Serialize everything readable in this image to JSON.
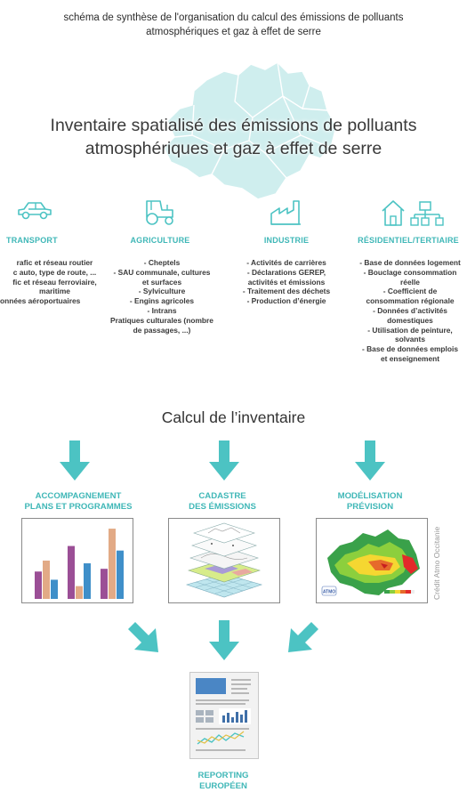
{
  "caption": {
    "line1": "schéma de synthèse de l'organisation du calcul des émissions de polluants",
    "line2": "atmosphériques et gaz à effet de serre"
  },
  "inventory_title": {
    "line1": "Inventaire spatialisé des émissions de polluants",
    "line2": "atmosphériques et gaz à effet de serre"
  },
  "categories": [
    {
      "id": "transport",
      "icon": "car-icon",
      "title": "TRANSPORT",
      "lines": [
        "rafic et réseau routier",
        "c auto, type de route, ...",
        "fic et réseau ferroviaire,",
        "maritime",
        "onnées aéroportuaires"
      ]
    },
    {
      "id": "agriculture",
      "icon": "tractor-icon",
      "title": "AGRICULTURE",
      "lines": [
        "- Cheptels",
        "- SAU communale, cultures",
        "et surfaces",
        "- Sylviculture",
        "- Engins agricoles",
        "- Intrans",
        "Pratiques culturales (nombre",
        "de passages, ...)"
      ]
    },
    {
      "id": "industrie",
      "icon": "factory-icon",
      "title": "INDUSTRIE",
      "lines": [
        "- Activités de carrières",
        "- Déclarations GEREP,",
        "activités et émissions",
        "- Traitement des déchets",
        "- Production d’énergie"
      ]
    },
    {
      "id": "residentiel",
      "icon": "house-office-icon",
      "title": "RÉSIDENTIEL/TERTIAIRE",
      "lines": [
        "- Base de données logement",
        "- Bouclage consommation",
        "réelle",
        "- Coefficient de",
        "consommation régionale",
        "- Données d’activités",
        "domestiques",
        "- Utilisation de peinture,",
        "solvants",
        "- Base de données emplois",
        "et enseignement"
      ]
    }
  ],
  "calc_title": "Calcul de l’inventaire",
  "outputs": [
    {
      "id": "accompagnement",
      "line1": "ACCOMPAGNEMENT",
      "line2": "PLANS ET PROGRAMMES",
      "icon": "bar-chart-icon"
    },
    {
      "id": "cadastre",
      "line1": "CADASTRE",
      "line2": "DES ÉMISSIONS",
      "icon": "layers-icon"
    },
    {
      "id": "modelisation",
      "line1": "MODÉLISATION",
      "line2": "PRÉVISION",
      "icon": "heatmap-map-icon"
    }
  ],
  "credit": "Crédit Atmo Occitanie",
  "map_logo": "ATMO",
  "reporting": {
    "line1": "REPORTING",
    "line2": "EUROPÉEN"
  },
  "colors": {
    "teal": "#4cc3c3",
    "teal_text": "#3fb7b7",
    "map_fill": "#cfeeee",
    "bar_purple": "#9b4f96",
    "bar_tan": "#e2aa86",
    "bar_blue": "#3f8fc9"
  },
  "bar_chart": {
    "groups": [
      {
        "values": [
          30,
          42,
          21
        ]
      },
      {
        "values": [
          58,
          14,
          39
        ]
      },
      {
        "values": [
          33,
          77,
          53
        ]
      }
    ],
    "max": 80
  }
}
